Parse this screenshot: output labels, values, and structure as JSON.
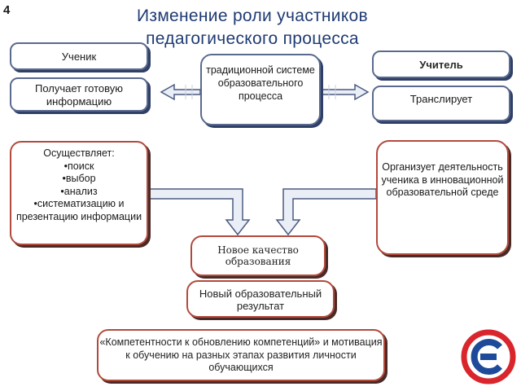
{
  "slide_number": "4",
  "title": "Изменение роли участников педагогического процесса",
  "boxes": {
    "student": "Ученик",
    "teacher": "Учитель",
    "traditional": "традиционной системе образовательного процесса",
    "student_gets": "Получает готовую информацию",
    "teacher_transmits": "Транслирует",
    "student_does_heading": "Осуществляет:",
    "student_does_items": [
      "поиск",
      "выбор",
      "анализ",
      "систематизацию и презентацию информации"
    ],
    "teacher_organizes": "Организует деятельность ученика в инновационной образовательной среде",
    "new_quality": "Новое качество образования",
    "new_result": "Новый образовательный результат",
    "competencies": "«Компетентности к обновлению компетенций» и мотивация к обучению на разных этапах развития личности обучающихся"
  },
  "colors": {
    "title": "#1f3b73",
    "box_border_blue": "#5a6a8e",
    "box_border_red": "#b24a3c",
    "arrow_fill": "#eaeef6",
    "arrow_stroke": "#4a5a80",
    "logo_red": "#d8262c",
    "logo_blue": "#1e4a9a"
  },
  "logo": {
    "icon": "logo-icon"
  }
}
